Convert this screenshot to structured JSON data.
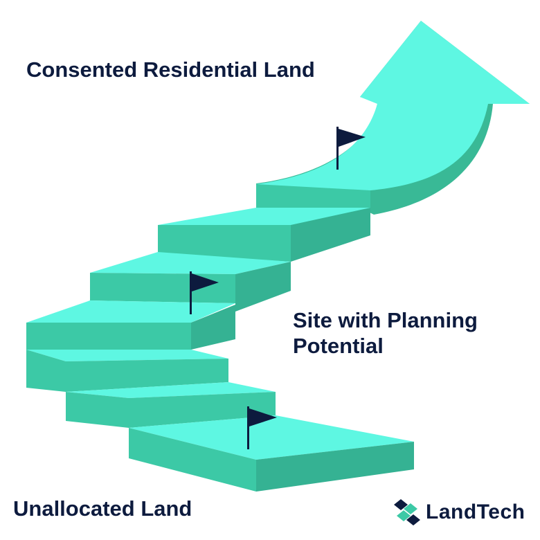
{
  "labels": {
    "top": "Consented Residential Land",
    "middle": "Site with Planning\nPotential",
    "bottom": "Unallocated Land"
  },
  "logo": {
    "text": "LandTech",
    "icon": "landtech-logo-icon"
  },
  "colors": {
    "top_face": "#5ef7e2",
    "front_face": "#3cc9a6",
    "side_face": "#35b293",
    "arrow_side": "#39b996",
    "flag": "#0d1b3e",
    "text": "#0d1b3e"
  },
  "flags": [
    "flag-icon",
    "flag-icon",
    "flag-icon"
  ]
}
